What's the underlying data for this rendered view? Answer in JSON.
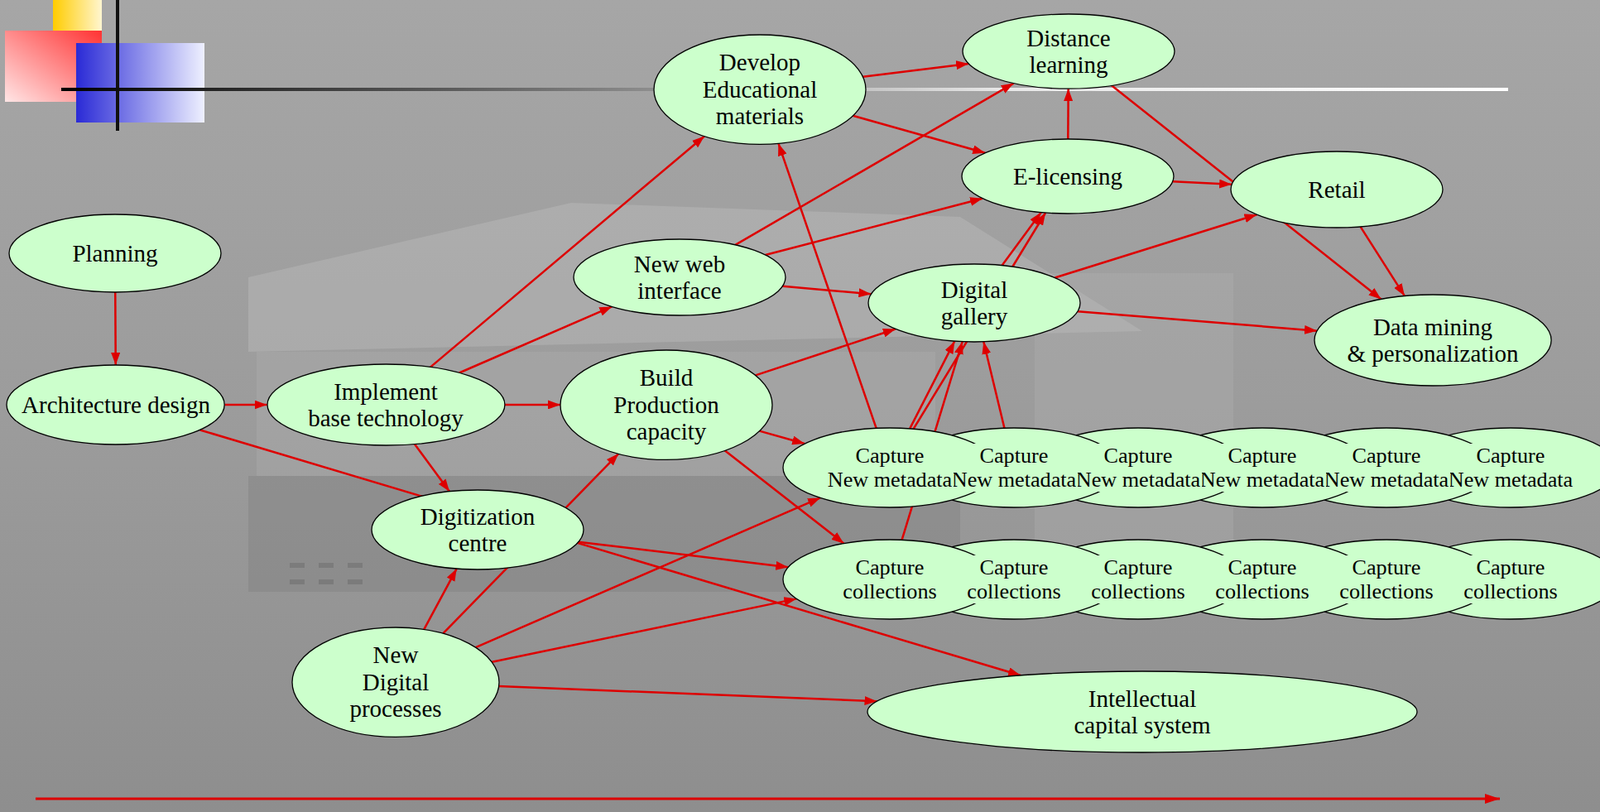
{
  "diagram": {
    "nodes": [
      {
        "text": [
          "Planning"
        ]
      },
      {
        "text": [
          "Develop Educational materials"
        ]
      },
      {
        "text": [
          "Distance learning"
        ]
      },
      {
        "text": [
          "E-licensing"
        ]
      },
      {
        "text": [
          "Retail"
        ]
      },
      {
        "text": [
          "New web interface"
        ]
      },
      {
        "text": [
          "Digital gallery"
        ]
      },
      {
        "text": [
          "Data mining & personalization"
        ]
      },
      {
        "text": [
          "Architecture design"
        ]
      },
      {
        "text": [
          "Implement base technology"
        ]
      },
      {
        "text": [
          "Build Production capacity"
        ]
      },
      {
        "text": [
          "Capture New metadata"
        ]
      },
      {
        "text": [
          "Capture New metadata"
        ]
      },
      {
        "text": [
          "Capture New metadata"
        ]
      },
      {
        "text": [
          "Capture New metadata"
        ]
      },
      {
        "text": [
          "Capture New metadata"
        ]
      },
      {
        "text": [
          "Capture New metadata"
        ]
      },
      {
        "text": [
          "Digitization centre"
        ]
      },
      {
        "text": [
          "Capture collections"
        ]
      },
      {
        "text": [
          "Capture collections"
        ]
      },
      {
        "text": [
          "Capture collections"
        ]
      },
      {
        "text": [
          "Capture collections"
        ]
      },
      {
        "text": [
          "Capture collections"
        ]
      },
      {
        "text": [
          "Capture collections"
        ]
      },
      {
        "text": [
          "New Digital processes"
        ]
      },
      {
        "text": [
          "Intellectual capital system"
        ]
      }
    ],
    "edges": [
      {
        "from": 0,
        "to": 8,
        "arrow": "to"
      },
      {
        "from": 8,
        "to": 9,
        "arrow": "to"
      },
      {
        "from": 8,
        "to": 25,
        "arrow": "to"
      },
      {
        "from": 9,
        "to": 1,
        "arrow": "to"
      },
      {
        "from": 9,
        "to": 5,
        "arrow": "to"
      },
      {
        "from": 9,
        "to": 10,
        "arrow": "to"
      },
      {
        "from": 9,
        "to": 17,
        "arrow": "to"
      },
      {
        "from": 1,
        "to": 2,
        "arrow": "to"
      },
      {
        "from": 1,
        "to": 3,
        "arrow": "to"
      },
      {
        "from": 5,
        "to": 2,
        "arrow": "to"
      },
      {
        "from": 5,
        "to": 3,
        "arrow": "to"
      },
      {
        "from": 5,
        "to": 6,
        "arrow": "to"
      },
      {
        "from": 3,
        "to": 2,
        "arrow": "to"
      },
      {
        "from": 3,
        "to": 4,
        "arrow": "to"
      },
      {
        "from": 2,
        "to": 7,
        "arrow": "to"
      },
      {
        "from": 4,
        "to": 7,
        "arrow": "to"
      },
      {
        "from": 6,
        "to": 3,
        "arrow": "to"
      },
      {
        "from": 6,
        "to": 4,
        "arrow": "to"
      },
      {
        "from": 6,
        "to": 7,
        "arrow": "to"
      },
      {
        "from": 10,
        "to": 6,
        "arrow": "to"
      },
      {
        "from": 10,
        "to": 11,
        "arrow": "to"
      },
      {
        "from": 10,
        "to": 18,
        "arrow": "to"
      },
      {
        "from": 11,
        "to": 1,
        "arrow": "to"
      },
      {
        "from": 11,
        "to": 6,
        "arrow": "to"
      },
      {
        "from": 11,
        "to": 3,
        "arrow": "to"
      },
      {
        "from": 12,
        "to": 6,
        "arrow": "to"
      },
      {
        "from": 18,
        "to": 6,
        "arrow": "to"
      },
      {
        "from": 17,
        "to": 18,
        "arrow": "to"
      },
      {
        "from": 24,
        "to": 17,
        "arrow": "to"
      },
      {
        "from": 24,
        "to": 10,
        "arrow": "to"
      },
      {
        "from": 24,
        "to": 11,
        "arrow": "to"
      },
      {
        "from": 24,
        "to": 18,
        "arrow": "to"
      },
      {
        "from": 24,
        "to": 25,
        "arrow": "to"
      }
    ]
  }
}
